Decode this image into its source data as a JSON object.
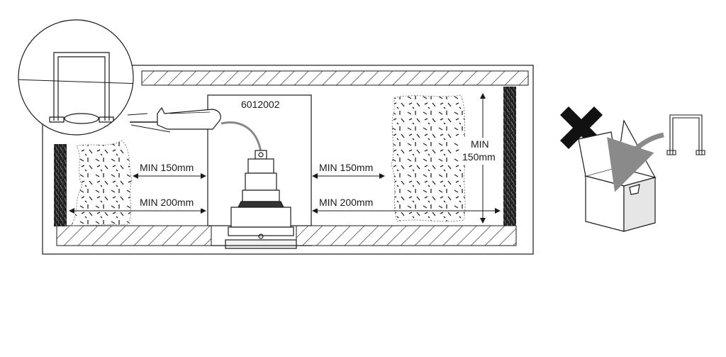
{
  "product_code": "6012002",
  "labels": {
    "clearance_left_150": "MIN 150mm",
    "clearance_right_150": "MIN 150mm",
    "clearance_left_200": "MIN 200mm",
    "clearance_right_200": "MIN 200mm",
    "vertical_min_line1": "MIN",
    "vertical_min_line2": "150mm"
  },
  "icons": {
    "prohibited": "cross-icon",
    "cover_in_box": "box-icon",
    "insert_arrow": "arrow-icon"
  },
  "colors": {
    "line": "#1a1a1a",
    "arrow": "#8a8a8a",
    "hatch": "#333333",
    "box_fill": "#e6e6e6"
  }
}
